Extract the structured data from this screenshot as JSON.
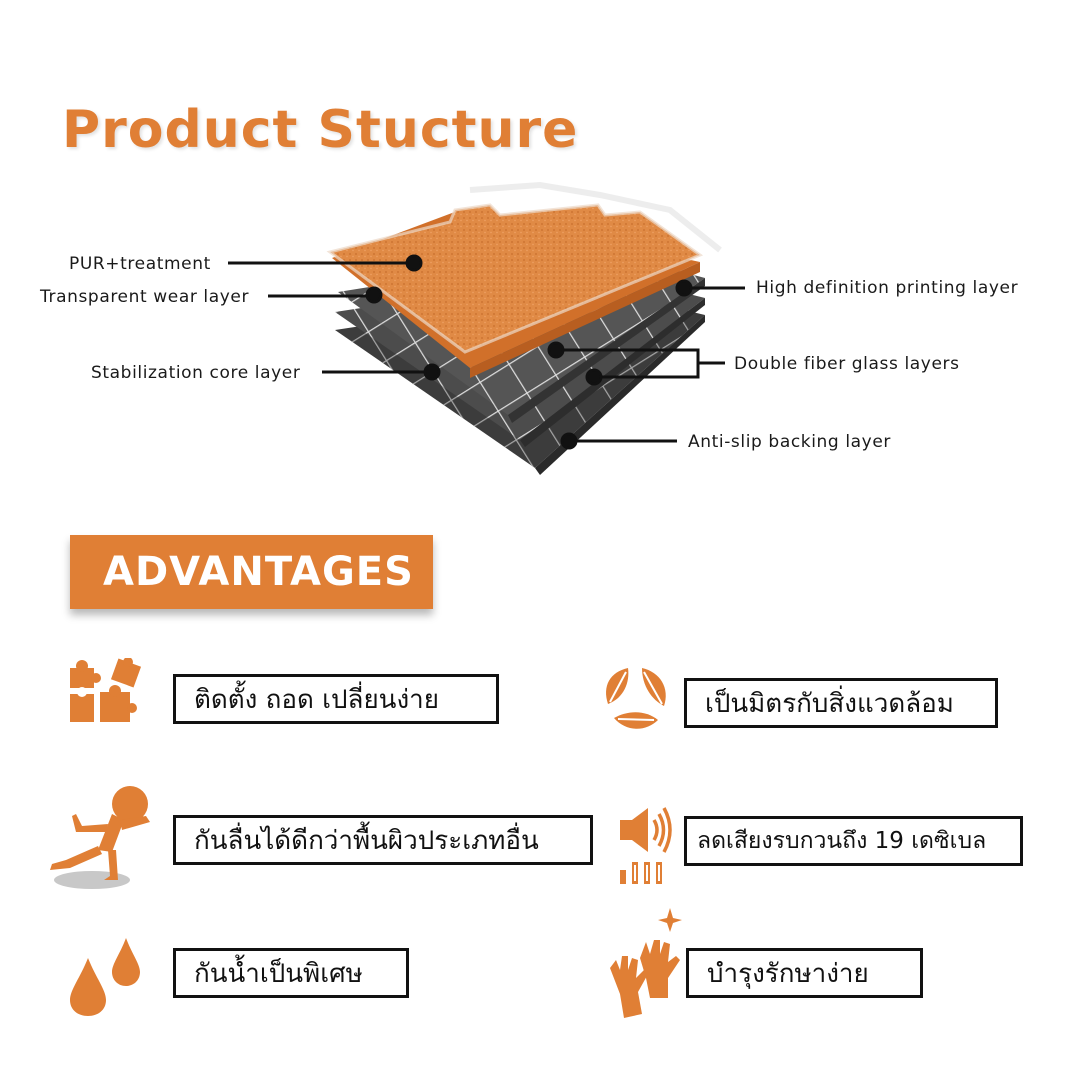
{
  "title": "Product Stucture",
  "layers": {
    "pur": "PUR+treatment",
    "wear": "Transparent wear layer",
    "core": "Stabilization core layer",
    "printing": "High definition printing layer",
    "fiber": "Double fiber glass layers",
    "backing": "Anti-slip backing layer"
  },
  "advantages_heading": "ADVANTAGES",
  "advantages": [
    {
      "icon": "puzzle-icon",
      "text": "ติดตั้ง ถอด เปลี่ยนง่าย"
    },
    {
      "icon": "recycle-leaves-icon",
      "text": "เป็นมิตรกับสิ่งแวดล้อม"
    },
    {
      "icon": "slipping-person-icon",
      "text": "กันลื่นได้ดีกว่าพื้นผิวประเภทอื่น"
    },
    {
      "icon": "speaker-volume-icon",
      "text": "ลดเสียงรบกวนถึง 19 เดซิเบล"
    },
    {
      "icon": "water-drops-icon",
      "text": "กันน้ำเป็นพิเศษ"
    },
    {
      "icon": "cleaning-gloves-icon",
      "text": "บำรุงรักษาง่าย"
    }
  ],
  "colors": {
    "accent": "#e07f35",
    "dark_layer": "#4a4a4a",
    "text": "#1a1a1a"
  }
}
